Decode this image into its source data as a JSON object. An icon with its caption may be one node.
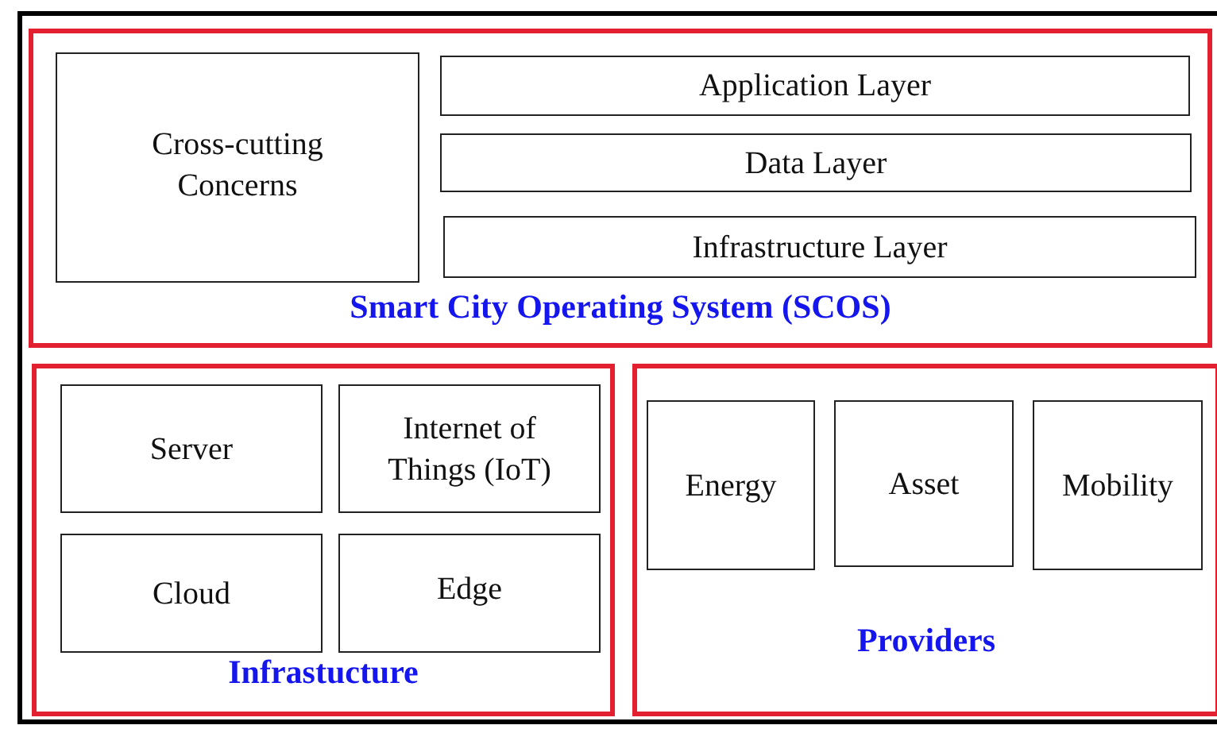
{
  "diagram": {
    "nodes": [
      {
        "text": [
          "Smart City Operating System (SCOS)"
        ]
      },
      {
        "text": [
          "Cross-cutting Concerns"
        ],
        "in": 0
      },
      {
        "text": [
          "Application Layer"
        ],
        "in": 0
      },
      {
        "text": [
          "Data Layer"
        ],
        "in": 0
      },
      {
        "text": [
          "Infrastructure Layer"
        ],
        "in": 0
      },
      {
        "text": [
          "Infrastucture"
        ]
      },
      {
        "text": [
          "Server"
        ],
        "in": 5
      },
      {
        "text": [
          "Internet of Things (IoT)"
        ],
        "in": 5
      },
      {
        "text": [
          "Cloud"
        ],
        "in": 5
      },
      {
        "text": [
          "Edge"
        ],
        "in": 5
      },
      {
        "text": [
          "Providers"
        ]
      },
      {
        "text": [
          "Energy"
        ],
        "in": 10
      },
      {
        "text": [
          "Asset"
        ],
        "in": 10
      },
      {
        "text": [
          "Mobility"
        ],
        "in": 10
      }
    ]
  }
}
